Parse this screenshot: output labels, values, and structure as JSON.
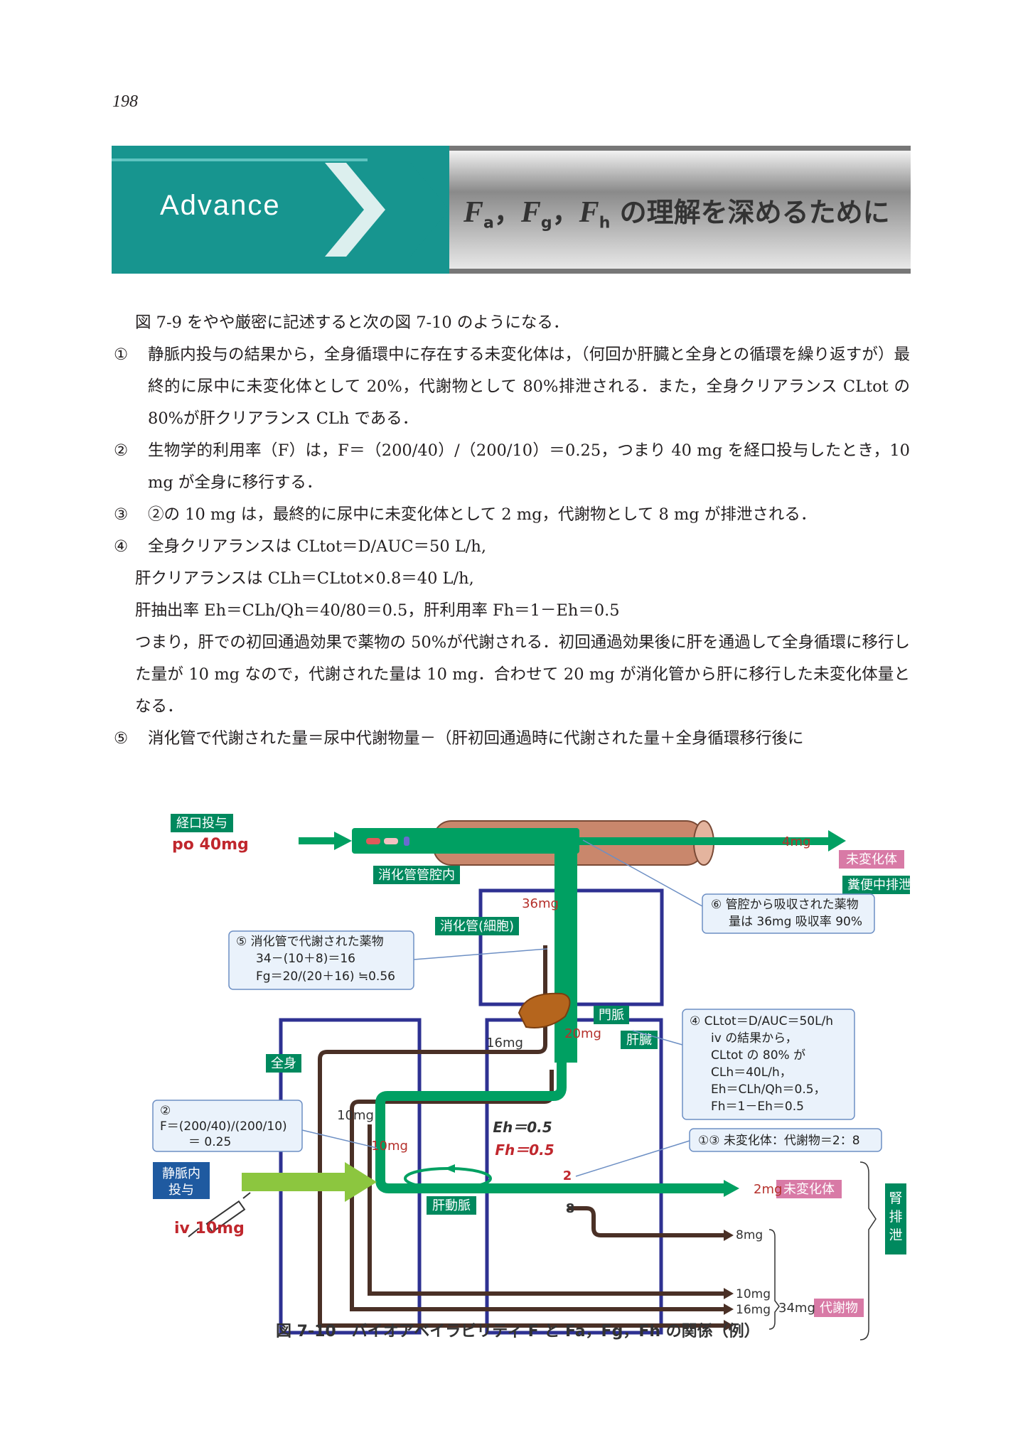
{
  "page_number": "198",
  "banner": {
    "label": "Advance",
    "title_parts": [
      "F",
      "a",
      "，",
      "F",
      "g",
      "，",
      "F",
      "h",
      " の理解を深めるために"
    ]
  },
  "intro": "図 7-9 をやや厳密に記述すると次の図 7-10 のようになる．",
  "items": [
    {
      "num": "①",
      "text": "静脈内投与の結果から，全身循環中に存在する未変化体は，（何回か肝臓と全身との循環を繰り返すが）最終的に尿中に未変化体として 20%，代謝物として 80%排泄される．また，全身クリアランス CLtot の 80%が肝クリアランス CLh である．"
    },
    {
      "num": "②",
      "text": "生物学的利用率（F）は，F＝（200/40）/（200/10）＝0.25，つまり 40 mg を経口投与したとき，10 mg が全身に移行する．"
    },
    {
      "num": "③",
      "text": "②の 10 mg は，最終的に尿中に未変化体として 2 mg，代謝物として 8 mg が排泄される．"
    },
    {
      "num": "④",
      "text": "全身クリアランスは CLtot＝D/AUC＝50 L/h,"
    }
  ],
  "item4_lines": [
    "肝クリアランスは CLh＝CLtot×0.8＝40 L/h,",
    "肝抽出率 Eh＝CLh/Qh＝40/80＝0.5，肝利用率 Fh＝1－Eh＝0.5",
    "つまり，肝での初回通過効果で薬物の 50%が代謝される．初回通過効果後に肝を通過して全身循環に移行した量が 10 mg なので，代謝された量は 10 mg．合わせて 20 mg が消化管から肝に移行した未変化体量となる．"
  ],
  "item5": {
    "num": "⑤",
    "text": "消化管で代謝された量＝尿中代謝物量－（肝初回通過時に代謝された量＋全身循環移行後に"
  },
  "figure": {
    "oral_label": "経口投与",
    "oral_dose": "po 40mg",
    "lumen_label": "消化管管腔内",
    "cells_label": "消化管(細胞)",
    "amt_36": "36mg",
    "out_4mg": "4mg",
    "unchanged_label": "未変化体",
    "feces_label": "糞便中排泄",
    "callout6": [
      "⑥ 管腔から吸収された薬物",
      "量は 36mg 吸収率 90%"
    ],
    "callout5": [
      "⑤ 消化管で代謝された薬物",
      "34－(10＋8)＝16",
      "Fg＝20/(20＋16) ≒0.56"
    ],
    "portal_label": "門脈",
    "liver_label": "肝臓",
    "amt_20": "20mg",
    "amt_16": "16mg",
    "callout4": [
      "④ CLtot＝D/AUC＝50L/h",
      "iv の結果から，",
      "CLtot の 80% が",
      "CLh＝40L/h，",
      "Eh＝CLh/Qh＝0.5，",
      "Fh＝1－Eh＝0.5"
    ],
    "body_label": "全身",
    "amt_10a": "10mg",
    "amt_10b": "10mg",
    "eh": "Eh＝0.5",
    "fh": "Fh＝0.5",
    "callout2": [
      "②",
      "F＝(200/40)/(200/10)",
      "＝ 0.25"
    ],
    "callout13": "①③ 未変化体：代謝物＝2：8",
    "iv_label": [
      "静脈内",
      "投与"
    ],
    "iv_dose": "iv 10mg",
    "artery_label": "肝動脈",
    "num2": "2",
    "num8": "8",
    "out_2mg": "2mg",
    "out_unchanged": "未変化体",
    "urine_8": "8mg",
    "urine_10": "10mg",
    "urine_16": "16mg",
    "total_34": "34mg",
    "metabolite_label": "代謝物",
    "renal_label": [
      "腎",
      "排",
      "泄"
    ]
  },
  "caption": "図 7-10　バイオアベイラビリティ F と Fa，Fg，Fh の関係（例）",
  "colors": {
    "teal": "#17958f",
    "green": "#00a062",
    "brown": "#4a3026",
    "navy": "#2e3192",
    "pink": "#d87aa6",
    "red": "#b5312c"
  }
}
